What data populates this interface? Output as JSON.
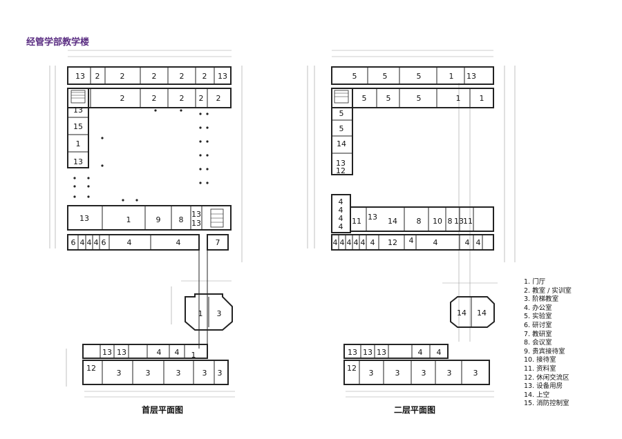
{
  "title": "经管学部教学楼",
  "captions": {
    "first_floor": "首层平面图",
    "second_floor": "二层平面图"
  },
  "legend": [
    "1. 门厅",
    "2. 教室 / 实训室",
    "3. 阶梯教室",
    "4. 办公室",
    "5. 实验室",
    "6. 研讨室",
    "7. 教研室",
    "8. 会议室",
    "9. 贵宾接待室",
    "10. 接待室",
    "11. 资料室",
    "12. 休闲交流区",
    "13. 设备用房",
    "14. 上空",
    "15. 消防控制室"
  ],
  "plan1_labels": [
    "13",
    "2",
    "2",
    "2",
    "2",
    "2",
    "13",
    "2",
    "2",
    "2",
    "2",
    "2",
    "13",
    "15",
    "1",
    "13",
    "13",
    "1",
    "9",
    "8",
    "13",
    "13",
    "6",
    "4",
    "4",
    "4",
    "6",
    "4",
    "4",
    "7",
    "1",
    "3",
    "13",
    "13",
    "4",
    "4",
    "1",
    "12",
    "3",
    "3",
    "3",
    "3",
    "3"
  ],
  "plan2_labels": [
    "5",
    "5",
    "5",
    "1",
    "13",
    "5",
    "5",
    "5",
    "1",
    "1",
    "5",
    "5",
    "14",
    "13",
    "12",
    "4",
    "4",
    "4",
    "4",
    "11",
    "13",
    "14",
    "8",
    "10",
    "8",
    "13",
    "11",
    "4",
    "4",
    "4",
    "4",
    "4",
    "4",
    "12",
    "4",
    "4",
    "4",
    "4",
    "14",
    "14",
    "13",
    "13",
    "13",
    "4",
    "4",
    "12",
    "3",
    "3",
    "3",
    "3",
    "3"
  ],
  "colors": {
    "title": "#5a2d82",
    "line": "#222222",
    "light_line": "#999999"
  }
}
